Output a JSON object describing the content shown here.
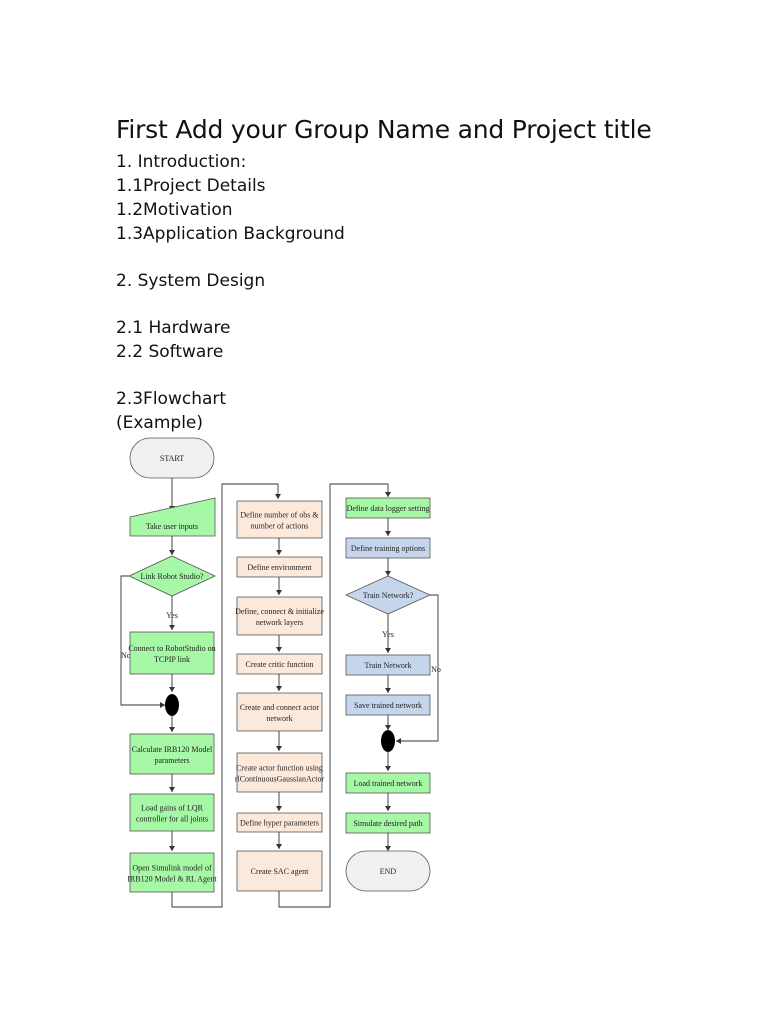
{
  "heading": "First Add your Group Name and Project title",
  "outline": {
    "intro": "1. Introduction:",
    "details": "1.1Project Details",
    "motivation": "1.2Motivation",
    "background": "1.3Application Background",
    "system_design": "2. System Design",
    "hardware": "2.1 Hardware",
    "software": "2.2 Software",
    "flowchart": "2.3Flowchart",
    "example": "(Example)"
  },
  "flowchart": {
    "colors": {
      "green": "#a6f7a6",
      "peach": "#fbe9dc",
      "blue": "#c5d6ec",
      "terminal": "#f0f0f0",
      "line": "#333333"
    },
    "col1": {
      "start": "START",
      "take_input": "Take user inputs",
      "decision": "Link Robot Studio?",
      "yes": "Yes",
      "no": "No",
      "connect_l1": "Connect to RobotStudio on",
      "connect_l2": "TCPIP link",
      "calc_l1": "Calculate IRB120 Model",
      "calc_l2": "parameters",
      "load_l1": "Load gains of LQR",
      "load_l2": "controller for all joints",
      "open_l1": "Open Simulink model of",
      "open_l2": "IRB120 Model & RL Agent"
    },
    "col2": {
      "obs_l1": "Define number of obs &",
      "obs_l2": "number of actions",
      "env": "Define environment",
      "layers_l1": "Define, connect & initialize",
      "layers_l2": "network layers",
      "critic": "Create critic function",
      "actor_net_l1": "Create and connect actor",
      "actor_net_l2": "network",
      "actor_fn_l1": "Create actor function using",
      "actor_fn_l2": "rlContinuousGaussianActor",
      "hyper": "Define hyper parameters",
      "sac": "Create SAC agent"
    },
    "col3": {
      "logger": "Define data logger setting",
      "training": "Define training options",
      "decision": "Train Network?",
      "yes": "Yes",
      "no": "No",
      "train": "Train Network",
      "save": "Save trained network",
      "load": "Load trained network",
      "simulate": "Simulate desired path",
      "end": "END"
    }
  }
}
